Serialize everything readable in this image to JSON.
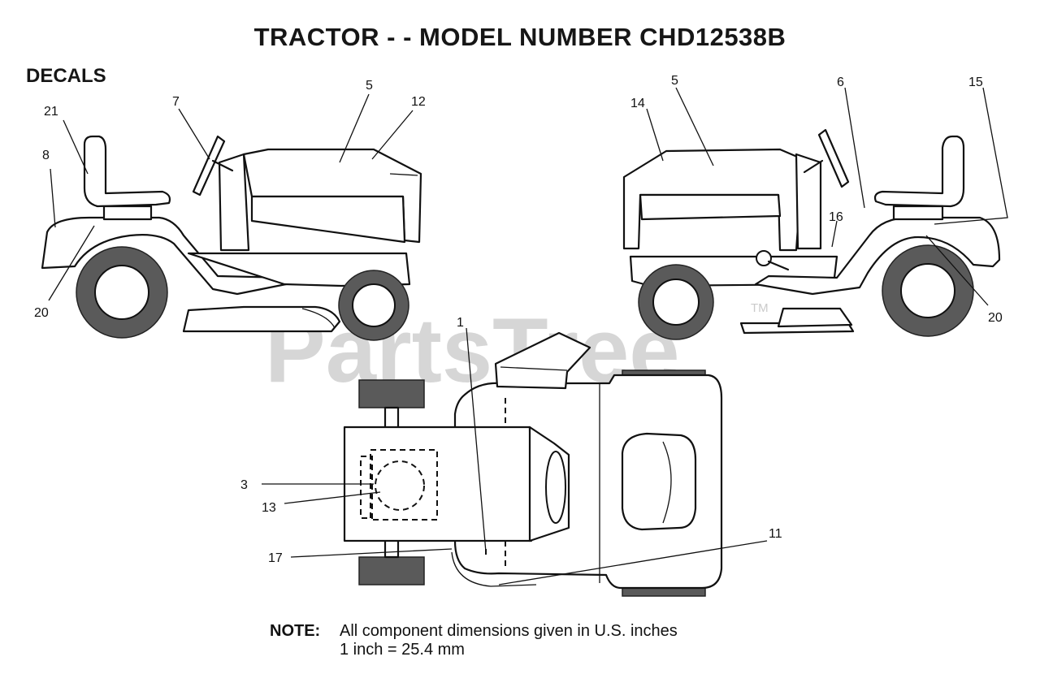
{
  "title": "TRACTOR - - MODEL NUMBER CHD12538B",
  "section_label": "DECALS",
  "watermark": {
    "text": "PartsTree",
    "mark": "TM"
  },
  "callouts": {
    "left_view": {
      "c21": "21",
      "c8": "8",
      "c7": "7",
      "c5": "5",
      "c12": "12",
      "c20": "20"
    },
    "right_view": {
      "c14": "14",
      "c5": "5",
      "c6": "6",
      "c15": "15",
      "c16": "16",
      "c20": "20"
    },
    "top_view": {
      "c1": "1",
      "c3": "3",
      "c13": "13",
      "c17": "17",
      "c11": "11"
    }
  },
  "note": {
    "label": "NOTE:",
    "line1": "All component dimensions given in U.S. inches",
    "line2": "1 inch = 25.4 mm"
  },
  "colors": {
    "line": "#111111",
    "tire": "#5a5a5a",
    "watermark": "#bdbdbd"
  }
}
